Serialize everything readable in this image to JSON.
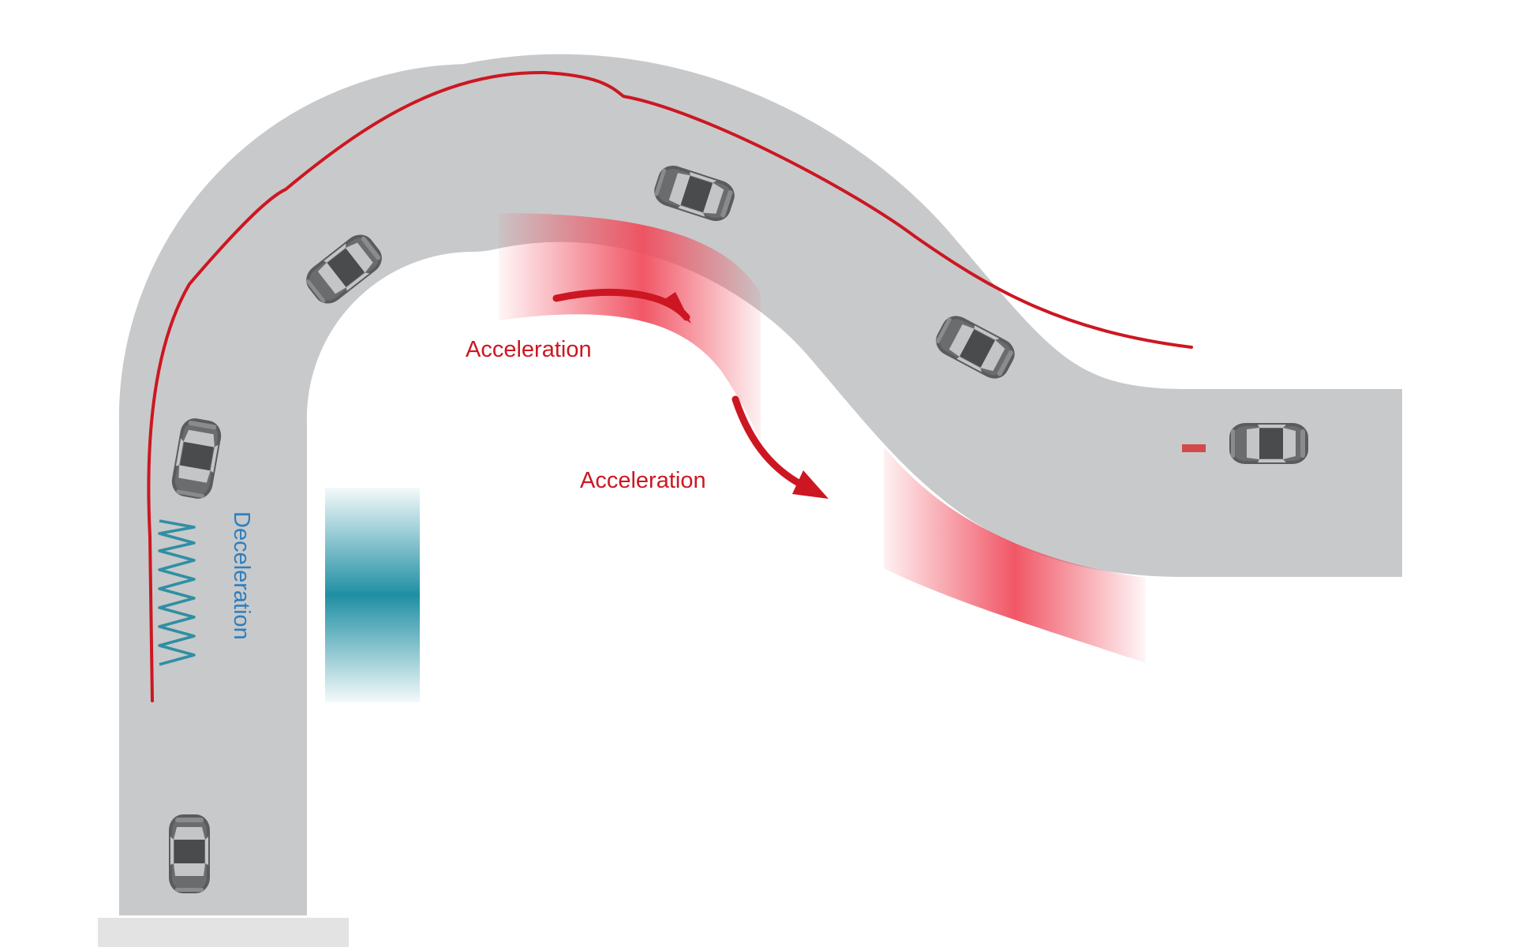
{
  "labels": {
    "acceleration_1": "Acceleration",
    "acceleration_2": "Acceleration",
    "deceleration": "Deceleration"
  },
  "colors": {
    "road": "#c8c9ca",
    "trajectory": "#cc1722",
    "acceleration_zone": "#f04e5e",
    "deceleration_zone": "#1f8fa3",
    "deceleration_text": "#2e7fbf",
    "car_body": "#5a5b5d",
    "car_glass": "#c4c5c7"
  },
  "icons": {
    "car": "car-top-view-icon",
    "arrow": "curved-arrow-icon",
    "spring": "zigzag-spring-icon"
  }
}
